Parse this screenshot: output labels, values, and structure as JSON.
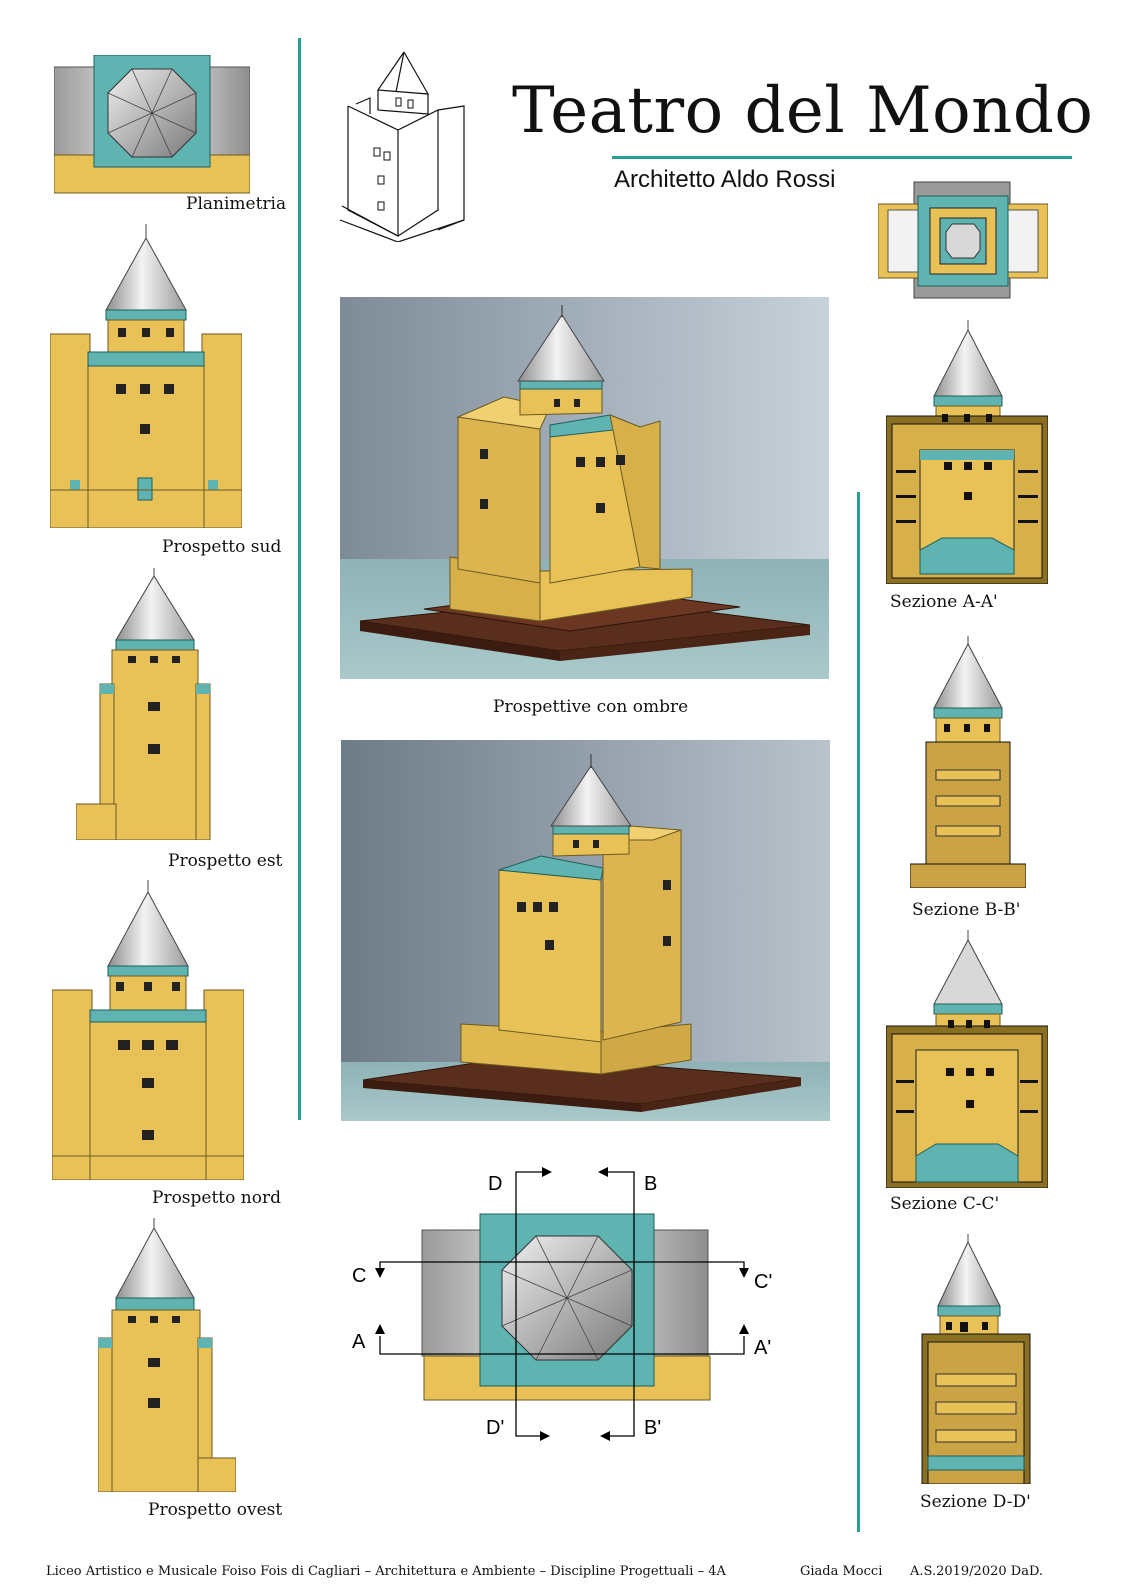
{
  "title": "Teatro del Mondo",
  "subtitle": "Architetto Aldo Rossi",
  "colors": {
    "accent": "#2a9d94",
    "yellow": "#e8c257",
    "teal": "#5fb3b0",
    "silver": "#bdbdbd",
    "brown": "#5a2e1c"
  },
  "captions": {
    "planimetria": "Planimetria",
    "prospetto_sud": "Prospetto sud",
    "prospetto_est": "Prospetto est",
    "prospetto_nord": "Prospetto nord",
    "prospetto_ovest": "Prospetto ovest",
    "prospettive": "Prospettive con ombre",
    "sezione_aa": "Sezione A-A'",
    "sezione_bb": "Sezione B-B'",
    "sezione_cc": "Sezione C-C'",
    "sezione_dd": "Sezione D-D'"
  },
  "plan_cuts": {
    "D": "D",
    "B": "B",
    "C": "C",
    "Cp": "C'",
    "A": "A",
    "Ap": "A'",
    "Dp": "D'",
    "Bp": "B'"
  },
  "footer": {
    "school": "Liceo Artistico e Musicale Foiso Fois di Cagliari – Architettura e Ambiente – Discipline Progettuali – 4A",
    "author": "Giada Mocci",
    "year": "A.S.2019/2020 DaD."
  }
}
